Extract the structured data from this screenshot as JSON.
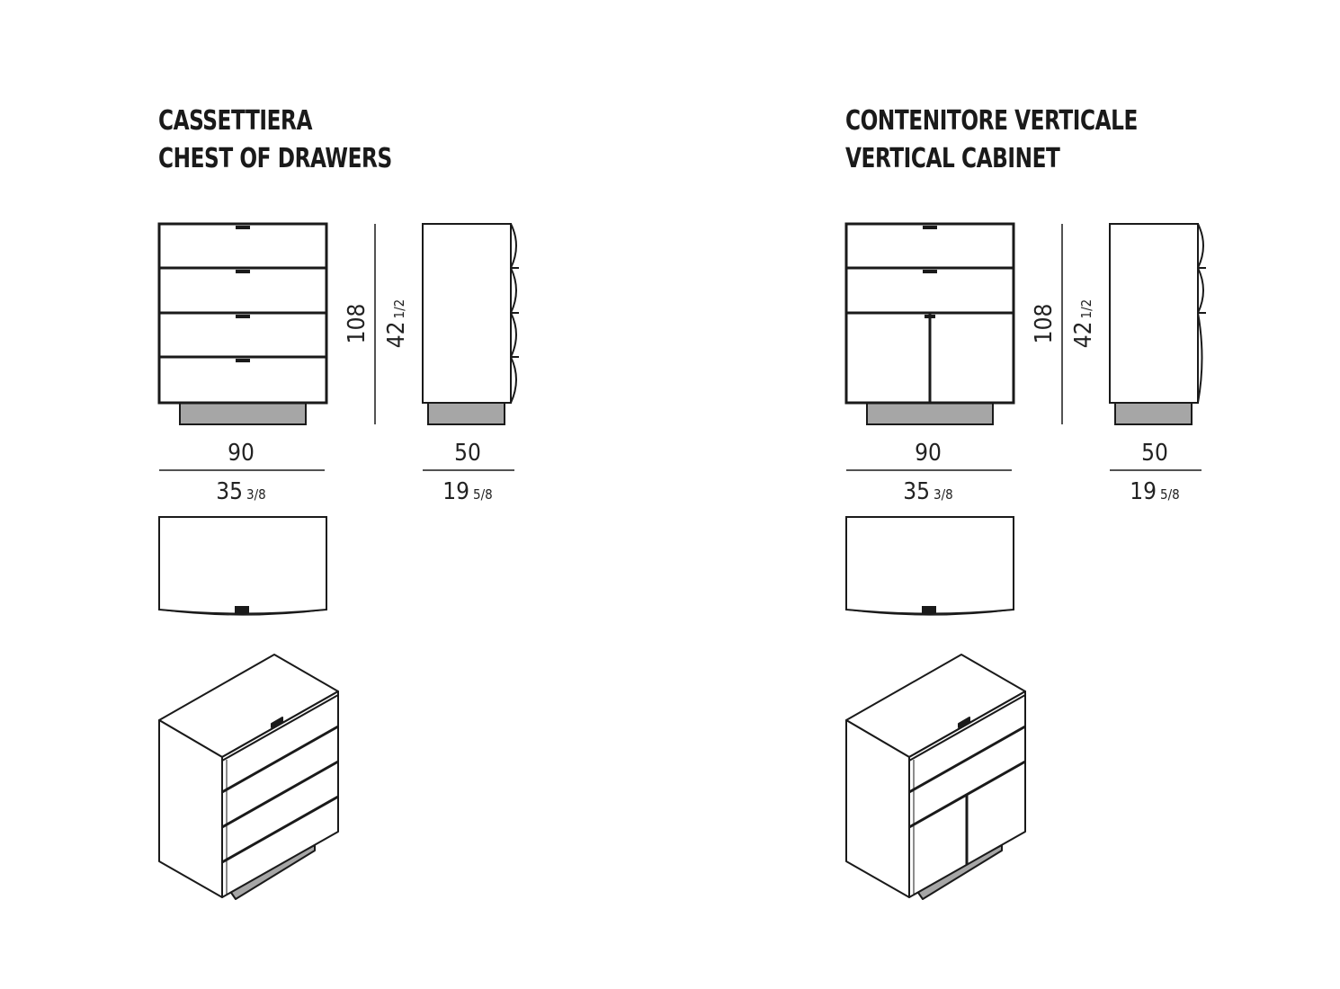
{
  "products": [
    {
      "title_it": "CASSETTIERA",
      "title_en": "CHEST OF DRAWERS",
      "width_cm": "90",
      "width_in_whole": "35",
      "width_in_frac": "3/8",
      "depth_cm": "50",
      "depth_in_whole": "19",
      "depth_in_frac": "5/8",
      "height_cm": "108",
      "height_in_whole": "42",
      "height_in_frac": "1/2"
    },
    {
      "title_it": "CONTENITORE VERTICALE",
      "title_en": "VERTICAL CABINET",
      "width_cm": "90",
      "width_in_whole": "35",
      "width_in_frac": "3/8",
      "depth_cm": "50",
      "depth_in_whole": "19",
      "depth_in_frac": "5/8",
      "height_cm": "108",
      "height_in_whole": "42",
      "height_in_frac": "1/2"
    }
  ],
  "colors": {
    "line": "#1a1a1a",
    "base": "#a6a6a6"
  }
}
